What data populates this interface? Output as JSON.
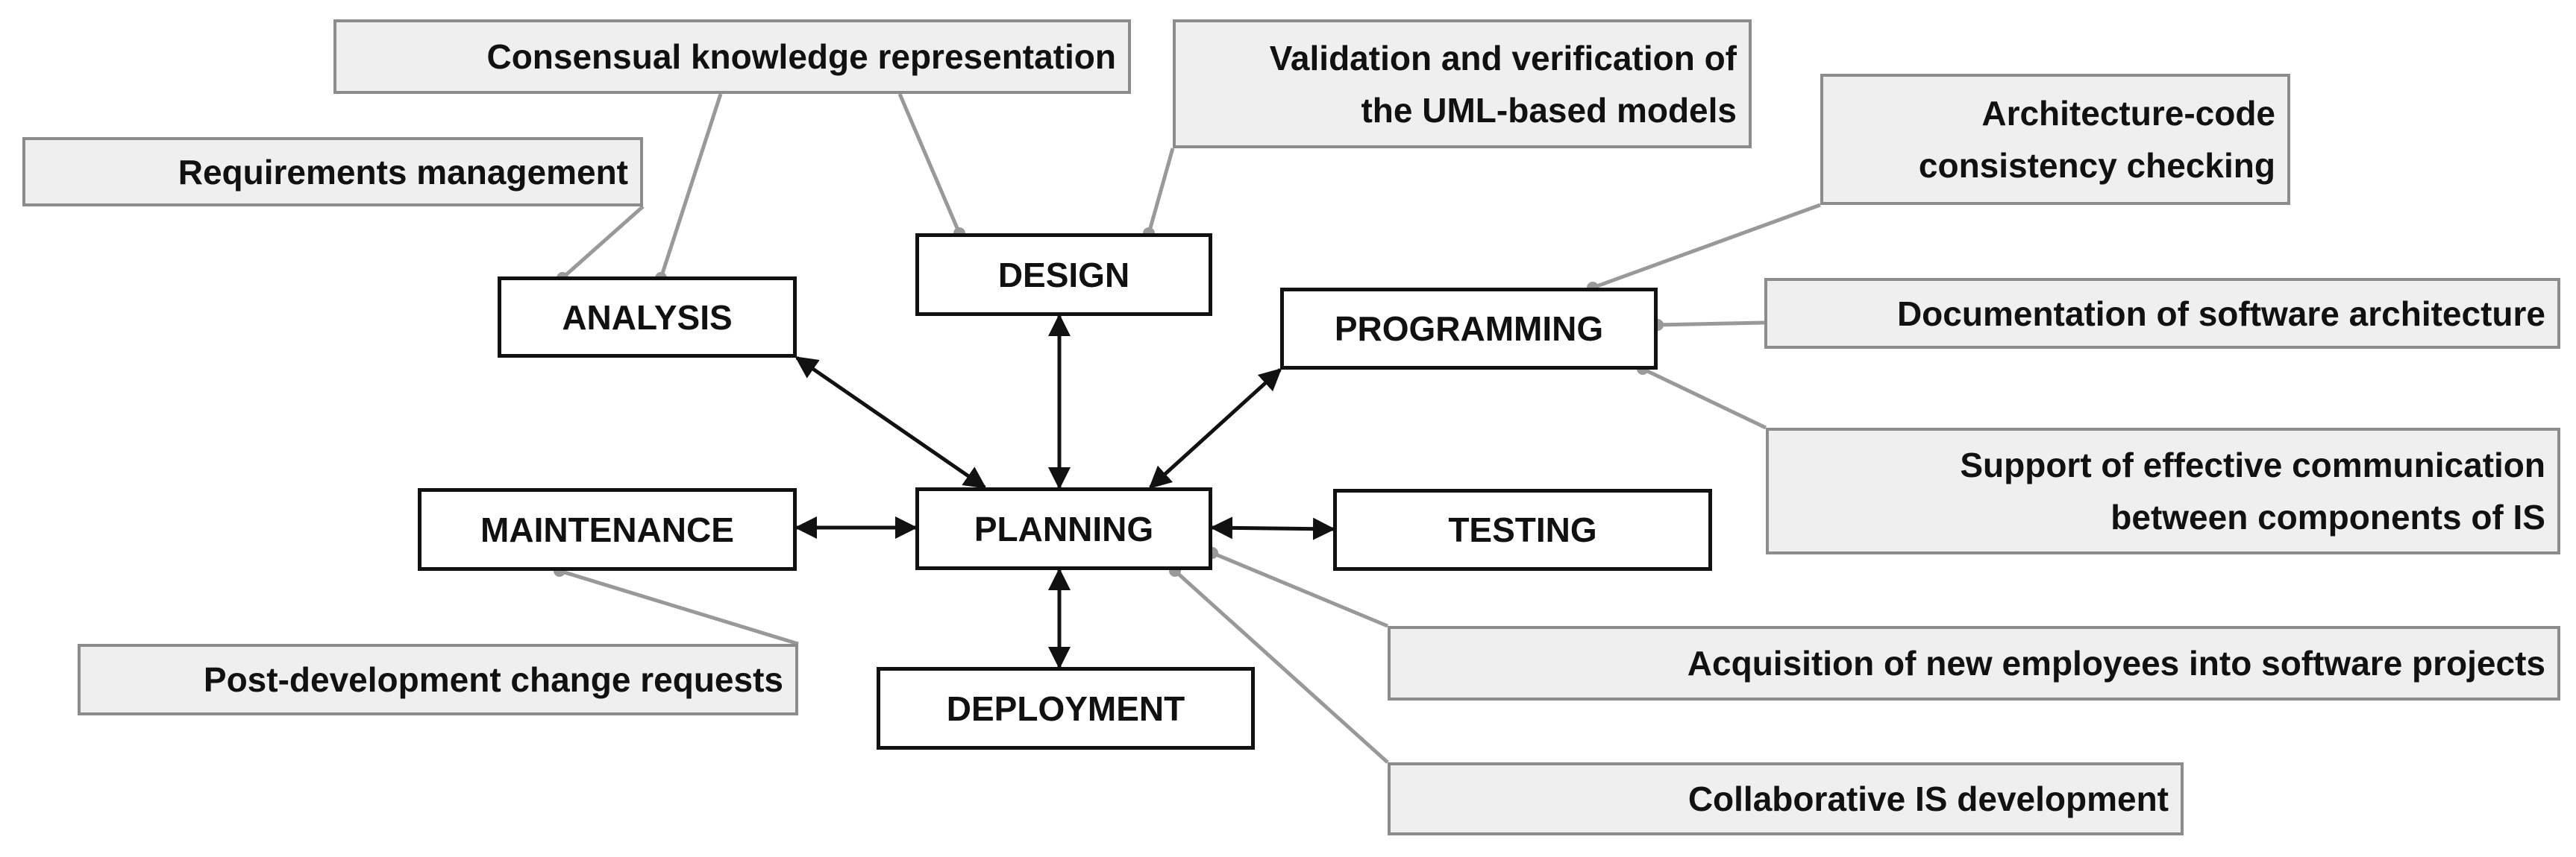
{
  "nodes": {
    "planning": "PLANNING",
    "analysis": "ANALYSIS",
    "design": "DESIGN",
    "programming": "PROGRAMMING",
    "maintenance": "MAINTENANCE",
    "testing": "TESTING",
    "deployment": "DEPLOYMENT"
  },
  "notes": {
    "consensual": "Consensual knowledge representation",
    "requirements": "Requirements management",
    "validation": "Validation and verification of\nthe UML-based models",
    "architecture_code": "Architecture-code\nconsistency checking",
    "documentation": "Documentation of software architecture",
    "support": "Support of effective communication\nbetween components of IS",
    "post_development": "Post-development change requests",
    "acquisition": "Acquisition of new employees into software projects",
    "collaborative": "Collaborative IS development"
  },
  "colors": {
    "node_border": "#111111",
    "note_fill": "#efefef",
    "note_border": "#8c8c8c",
    "connector": "#999999"
  }
}
